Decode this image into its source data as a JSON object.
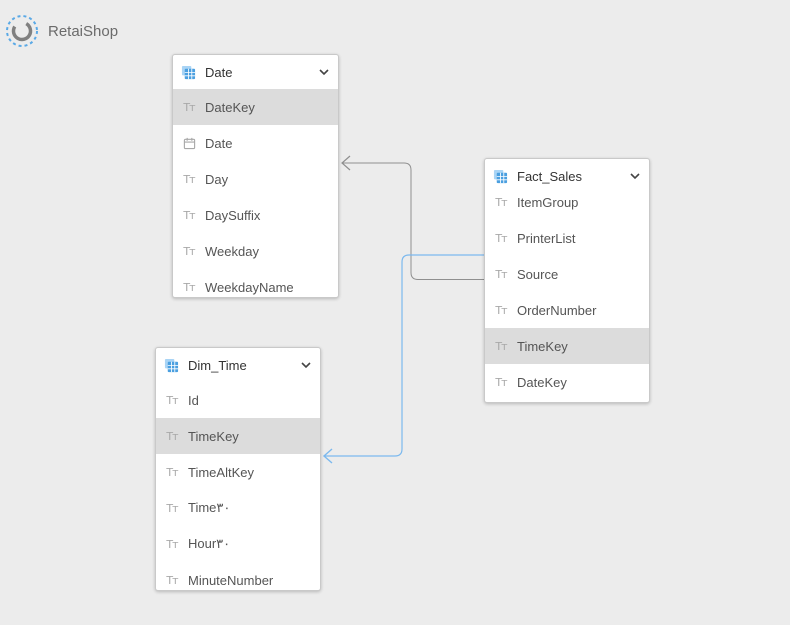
{
  "app": {
    "name": "RetaiShop"
  },
  "tables": [
    {
      "name": "Date",
      "fields": [
        {
          "label": "DateKey",
          "icon": "text-type-icon",
          "glyph": "Tт",
          "selected": true
        },
        {
          "label": "Date",
          "icon": "calendar-icon",
          "glyph": "",
          "selected": false
        },
        {
          "label": "Day",
          "icon": "text-type-icon",
          "glyph": "Tт",
          "selected": false
        },
        {
          "label": "DaySuffix",
          "icon": "text-type-icon",
          "glyph": "Tт",
          "selected": false
        },
        {
          "label": "Weekday",
          "icon": "text-type-icon",
          "glyph": "Tт",
          "selected": false
        },
        {
          "label": "WeekdayName",
          "icon": "text-type-icon",
          "glyph": "Tт",
          "selected": false
        }
      ]
    },
    {
      "name": "Fact_Sales",
      "fields": [
        {
          "label": "ItemGroup",
          "icon": "text-type-icon",
          "glyph": "Tт",
          "selected": false
        },
        {
          "label": "PrinterList",
          "icon": "text-type-icon",
          "glyph": "Tт",
          "selected": false
        },
        {
          "label": "Source",
          "icon": "text-type-icon",
          "glyph": "Tт",
          "selected": false
        },
        {
          "label": "OrderNumber",
          "icon": "text-type-icon",
          "glyph": "Tт",
          "selected": false
        },
        {
          "label": "TimeKey",
          "icon": "text-type-icon",
          "glyph": "Tт",
          "selected": true
        },
        {
          "label": "DateKey",
          "icon": "text-type-icon",
          "glyph": "Tт",
          "selected": false
        }
      ]
    },
    {
      "name": "Dim_Time",
      "fields": [
        {
          "label": "Id",
          "icon": "text-type-icon",
          "glyph": "Tт",
          "selected": false
        },
        {
          "label": "TimeKey",
          "icon": "text-type-icon",
          "glyph": "Tт",
          "selected": true
        },
        {
          "label": "TimeAltKey",
          "icon": "text-type-icon",
          "glyph": "Tт",
          "selected": false
        },
        {
          "label": "Time۳۰",
          "icon": "text-type-icon",
          "glyph": "Tт",
          "selected": false
        },
        {
          "label": "Hour۳۰",
          "icon": "text-type-icon",
          "glyph": "Tт",
          "selected": false
        },
        {
          "label": "MinuteNumber",
          "icon": "text-type-icon",
          "glyph": "Tт",
          "selected": false
        }
      ]
    }
  ],
  "relationships": [
    {
      "from": "Fact_Sales.Source",
      "to": "Date.Date"
    },
    {
      "from": "Fact_Sales.Source",
      "to": "Dim_Time.TimeKey"
    }
  ],
  "colors": {
    "accent": "#5aa9e6",
    "relationship_gray": "#8f8f8f",
    "relationship_blue": "#7cb9ee",
    "selected_row": "#dcdcdc"
  }
}
